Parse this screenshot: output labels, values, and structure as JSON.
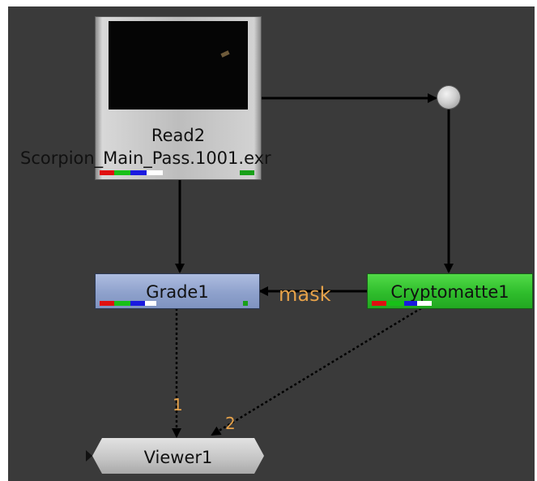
{
  "nodes": {
    "read": {
      "title": "Read2",
      "file": "Scorpion_Main_Pass.1001.exr"
    },
    "grade": {
      "title": "Grade1"
    },
    "cryptomatte": {
      "title": "Cryptomatte1"
    },
    "viewer": {
      "title": "Viewer1"
    },
    "dot": {
      "title": ""
    }
  },
  "edges": {
    "mask_label": "mask",
    "viewer_input_1": "1",
    "viewer_input_2": "2"
  },
  "colors": {
    "graph_bg": "#3a3a3a",
    "read_node": "#bdbdbd",
    "grade_node": "#8ea1cc",
    "cryptomatte_node": "#2fbd2c",
    "viewer_node": "#c4c4c4",
    "edge_label": "#e6a24a"
  }
}
